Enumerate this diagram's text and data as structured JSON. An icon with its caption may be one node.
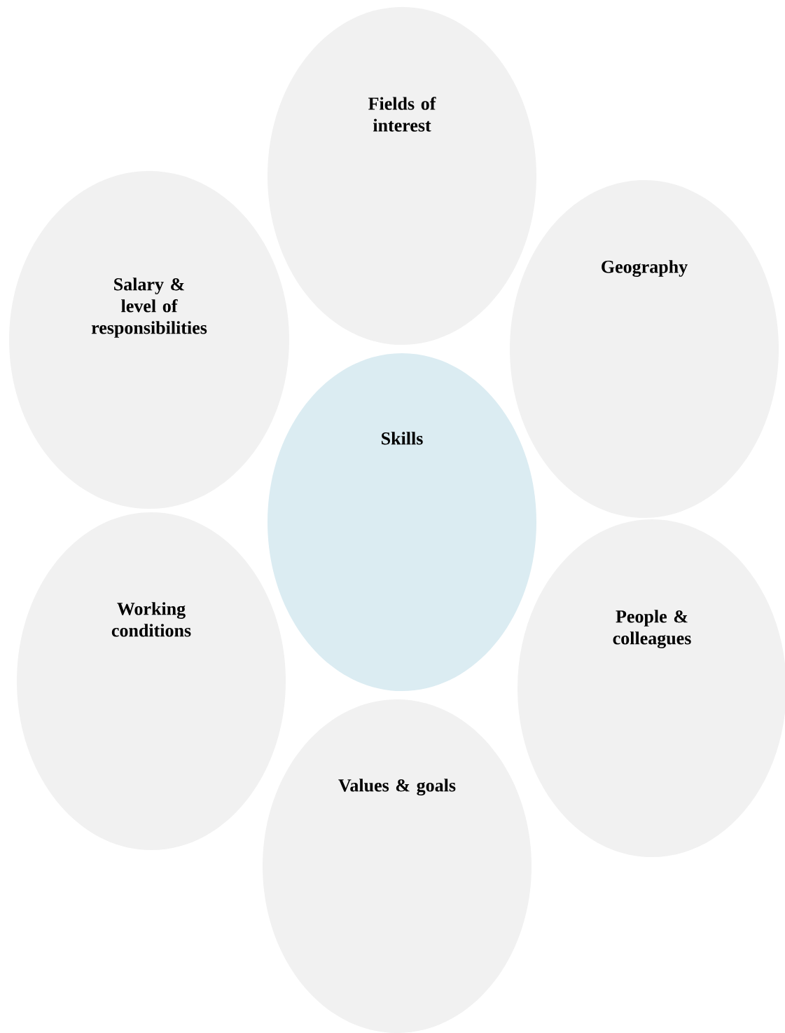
{
  "diagram": {
    "nodes": [
      {
        "text": [
          "Fields of interest"
        ]
      },
      {
        "text": [
          "Salary & level of responsibilities"
        ]
      },
      {
        "text": [
          "Geography"
        ]
      },
      {
        "text": [
          "Skills"
        ]
      },
      {
        "text": [
          "Working conditions"
        ]
      },
      {
        "text": [
          "People & colleagues"
        ]
      },
      {
        "text": [
          "Values & goals"
        ]
      }
    ]
  }
}
